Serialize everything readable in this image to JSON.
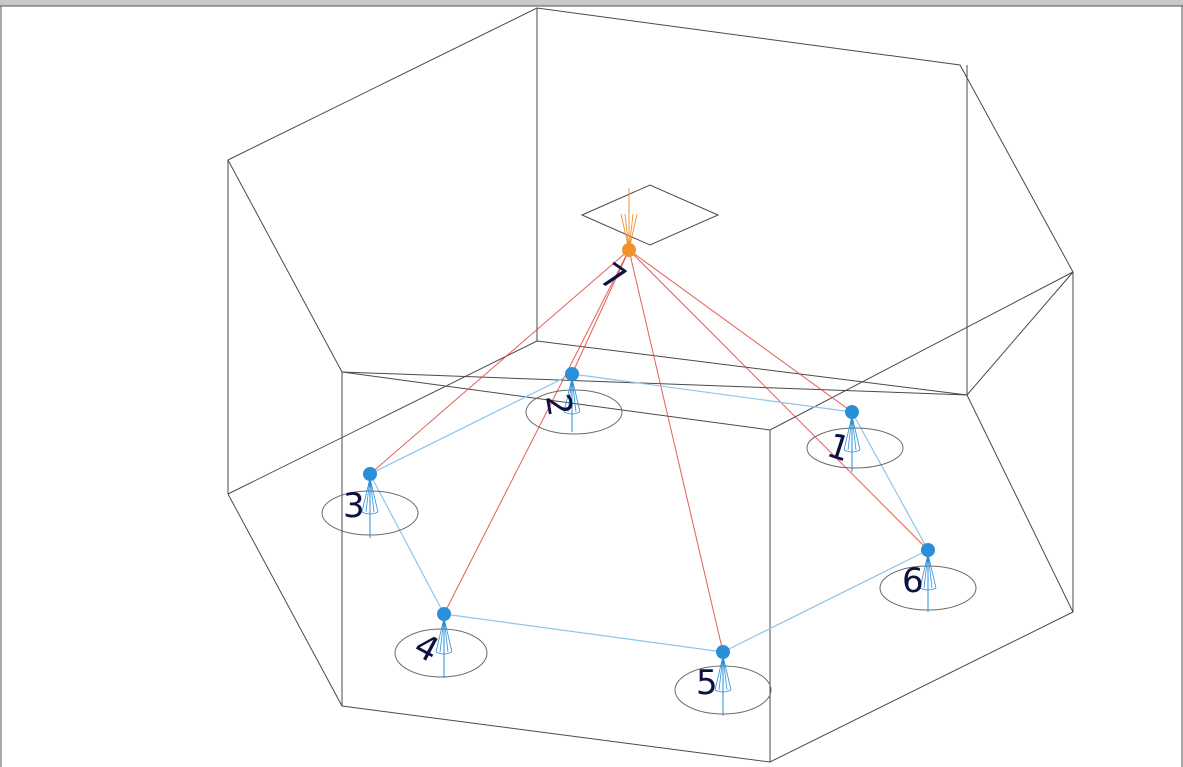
{
  "diagram": {
    "nodes": [
      {
        "id": "n1",
        "label": "1"
      },
      {
        "id": "n2",
        "label": "2"
      },
      {
        "id": "n3",
        "label": "3"
      },
      {
        "id": "n4",
        "label": "4"
      },
      {
        "id": "n5",
        "label": "5"
      },
      {
        "id": "n6",
        "label": "6"
      }
    ],
    "access_point": {
      "id": "n7",
      "label": "7"
    },
    "colors": {
      "node": "#2b8fd8",
      "access_point": "#f0922e",
      "link_to_access_point": "#e0413a",
      "ring_link": "#8ec5ea",
      "room_edges": "#4a4a4a"
    },
    "icons": {
      "node": "antenna-node-icon",
      "access_point": "ceiling-access-point-icon"
    }
  }
}
